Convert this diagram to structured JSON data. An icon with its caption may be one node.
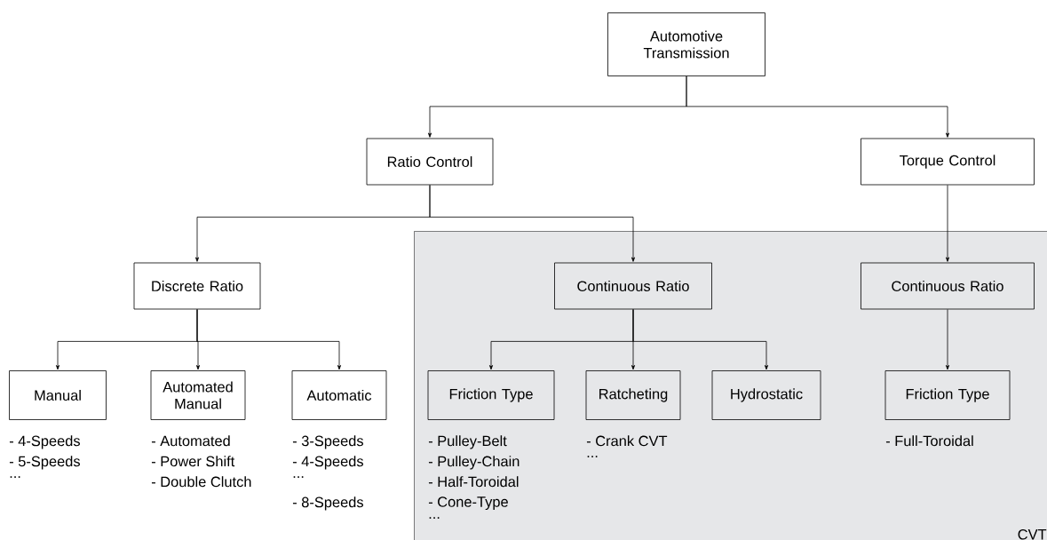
{
  "diagram": {
    "nodes": [
      {
        "text": [
          "Automotive Transmission"
        ]
      },
      {
        "text": [
          "Ratio Control"
        ]
      },
      {
        "text": [
          "Torque Control"
        ]
      },
      {
        "text": [
          "CVT"
        ]
      },
      {
        "text": [
          "Discrete Ratio"
        ]
      },
      {
        "text": [
          "Continuous Ratio"
        ],
        "in": 3
      },
      {
        "text": [
          "Continuous Ratio"
        ],
        "in": 3
      },
      {
        "text": [
          "Manual"
        ],
        "beside": [
          "- 4-Speeds",
          "- 5-Speeds",
          "..."
        ]
      },
      {
        "text": [
          "Automated Manual"
        ],
        "beside": [
          "- Automated",
          "- Power Shift",
          "- Double Clutch"
        ]
      },
      {
        "text": [
          "Automatic"
        ],
        "beside": [
          "- 3-Speeds",
          "- 4-Speeds",
          "...",
          "- 8-Speeds"
        ]
      },
      {
        "text": [
          "Friction Type"
        ],
        "in": 3,
        "beside": [
          "- Pulley-Belt",
          "- Pulley-Chain",
          "- Half-Toroidal",
          "- Cone-Type",
          "..."
        ]
      },
      {
        "text": [
          "Ratcheting"
        ],
        "in": 3,
        "beside": [
          "- Crank CVT",
          "..."
        ]
      },
      {
        "text": [
          "Hydrostatic"
        ],
        "in": 3
      },
      {
        "text": [
          "Friction Type"
        ],
        "in": 3,
        "beside": [
          "- Full-Toroidal"
        ]
      }
    ],
    "edges": [
      {
        "from": 0,
        "to": 1,
        "arrow": "to"
      },
      {
        "from": 0,
        "to": 2,
        "arrow": "to"
      },
      {
        "from": 1,
        "to": 4,
        "arrow": "to"
      },
      {
        "from": 1,
        "to": 5,
        "arrow": "to"
      },
      {
        "from": 2,
        "to": 6,
        "arrow": "to"
      },
      {
        "from": 4,
        "to": 7,
        "arrow": "to"
      },
      {
        "from": 4,
        "to": 8,
        "arrow": "to"
      },
      {
        "from": 4,
        "to": 9,
        "arrow": "to"
      },
      {
        "from": 5,
        "to": 10,
        "arrow": "to"
      },
      {
        "from": 5,
        "to": 11,
        "arrow": "to"
      },
      {
        "from": 5,
        "to": 12,
        "arrow": "to"
      },
      {
        "from": 6,
        "to": 13,
        "arrow": "to"
      }
    ]
  }
}
